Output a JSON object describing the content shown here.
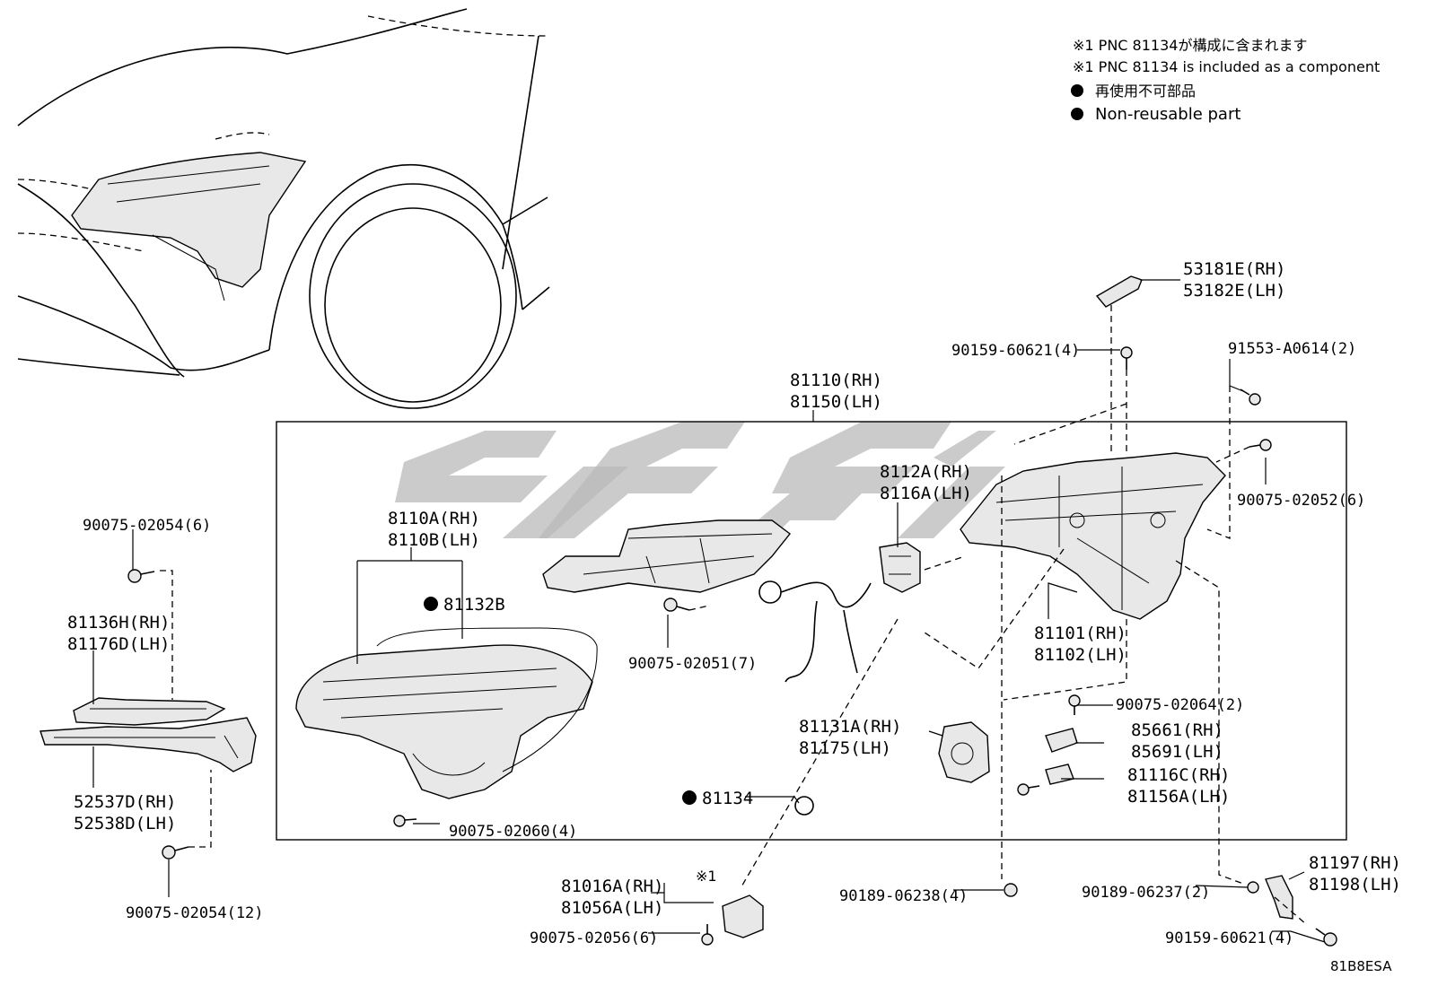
{
  "notes": {
    "line1": "※1 PNC 81134が構成に含まれます",
    "line2": "※1 PNC 81134 is included as a component",
    "line3": "再使用不可部品",
    "line4": "Non-reusable part"
  },
  "callouts": {
    "p53181": [
      "53181E(RH)",
      "53182E(LH)"
    ],
    "p90159_top": "90159-60621(4)",
    "p91553": "91553-A0614(2)",
    "p81110": [
      "81110(RH)",
      "81150(LH)"
    ],
    "p8112A": [
      "8112A(RH)",
      "8116A(LH)"
    ],
    "p90075_02052": "90075-02052(6)",
    "p90075_02054_top": "90075-02054(6)",
    "p8110A": [
      "8110A(RH)",
      "8110B(LH)"
    ],
    "p81132B": "81132B",
    "p81136H": [
      "81136H(RH)",
      "81176D(LH)"
    ],
    "p90075_02051": "90075-02051(7)",
    "p81101": [
      "81101(RH)",
      "81102(LH)"
    ],
    "p90075_02064": "90075-02064(2)",
    "p85661": [
      "85661(RH)",
      "85691(LH)"
    ],
    "p81131A": [
      "81131A(RH)",
      "81175(LH)"
    ],
    "p81116C": [
      "81116C(RH)",
      "81156A(LH)"
    ],
    "p52537D": [
      "52537D(RH)",
      "52538D(LH)"
    ],
    "p81134": "81134",
    "p90075_02060": "90075-02060(4)",
    "p81016A": [
      "81016A(RH)",
      "81056A(LH)"
    ],
    "p81016A_note": "※1",
    "p90189_06238": "90189-06238(4)",
    "p90189_06237": "90189-06237(2)",
    "p81197": [
      "81197(RH)",
      "81198(LH)"
    ],
    "p90075_02054_bottom": "90075-02054(12)",
    "p90075_02056": "90075-02056(6)",
    "p90159_bottom": "90159-60621(4)"
  },
  "diagram_code": "81B8ESA",
  "colors": {
    "line": "#000000",
    "watermark": "#b9b9b9",
    "fill": "#e8e8e8"
  }
}
